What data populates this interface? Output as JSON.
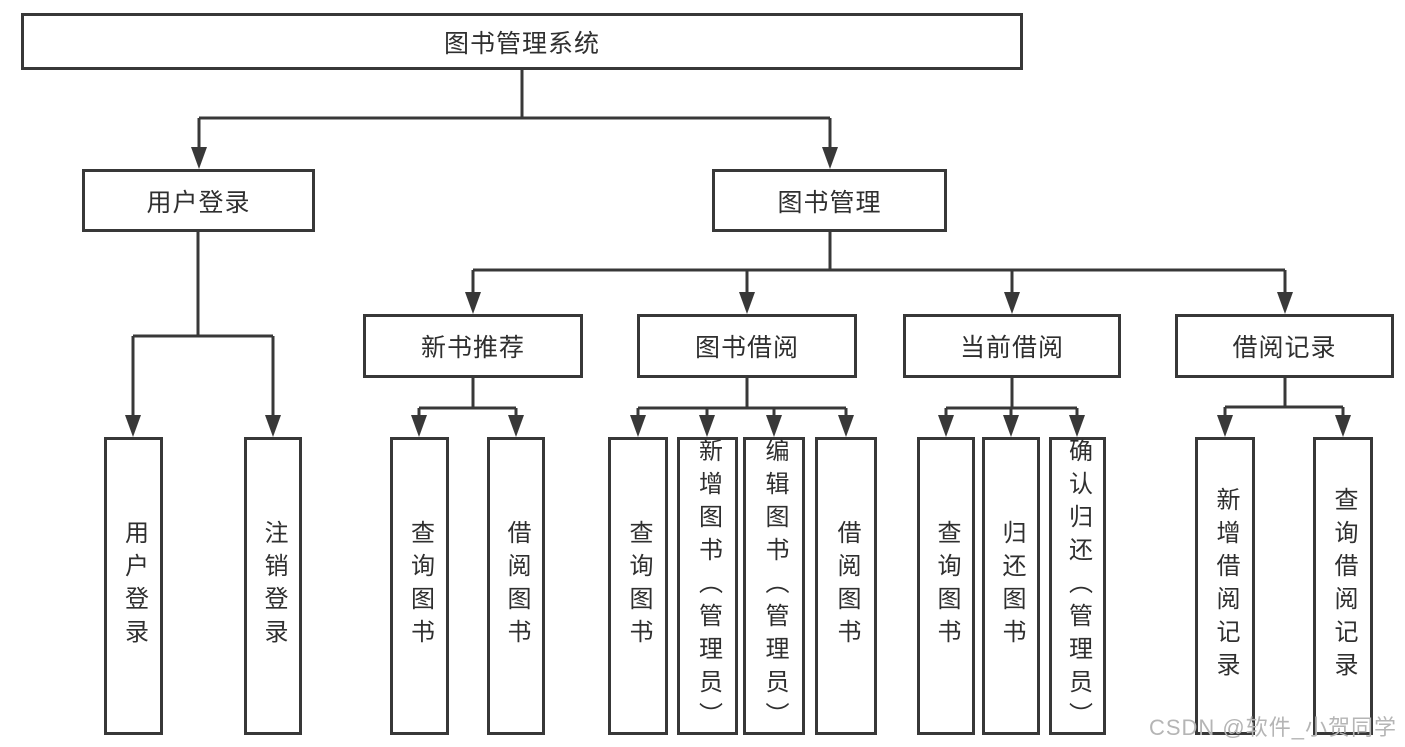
{
  "diagram": {
    "type": "tree",
    "root": {
      "label": "图书管理系统",
      "children": [
        {
          "label": "用户登录",
          "children": [
            {
              "label": "用户登录"
            },
            {
              "label": "注销登录"
            }
          ]
        },
        {
          "label": "图书管理",
          "children": [
            {
              "label": "新书推荐",
              "children": [
                {
                  "label": "查询图书"
                },
                {
                  "label": "借阅图书"
                }
              ]
            },
            {
              "label": "图书借阅",
              "children": [
                {
                  "label": "查询图书"
                },
                {
                  "label": "新增图书（管理员）"
                },
                {
                  "label": "编辑图书（管理员）"
                },
                {
                  "label": "借阅图书"
                }
              ]
            },
            {
              "label": "当前借阅",
              "children": [
                {
                  "label": "查询图书"
                },
                {
                  "label": "归还图书"
                },
                {
                  "label": "确认归还（管理员）"
                }
              ]
            },
            {
              "label": "借阅记录",
              "children": [
                {
                  "label": "新增借阅记录"
                },
                {
                  "label": "查询借阅记录"
                }
              ]
            }
          ]
        }
      ]
    },
    "watermark": "CSDN @软件_小贺同学",
    "colors": {
      "line": "#383838",
      "text": "#2f2f2f",
      "background": "#ffffff",
      "watermark": "#b5b5b5"
    }
  }
}
